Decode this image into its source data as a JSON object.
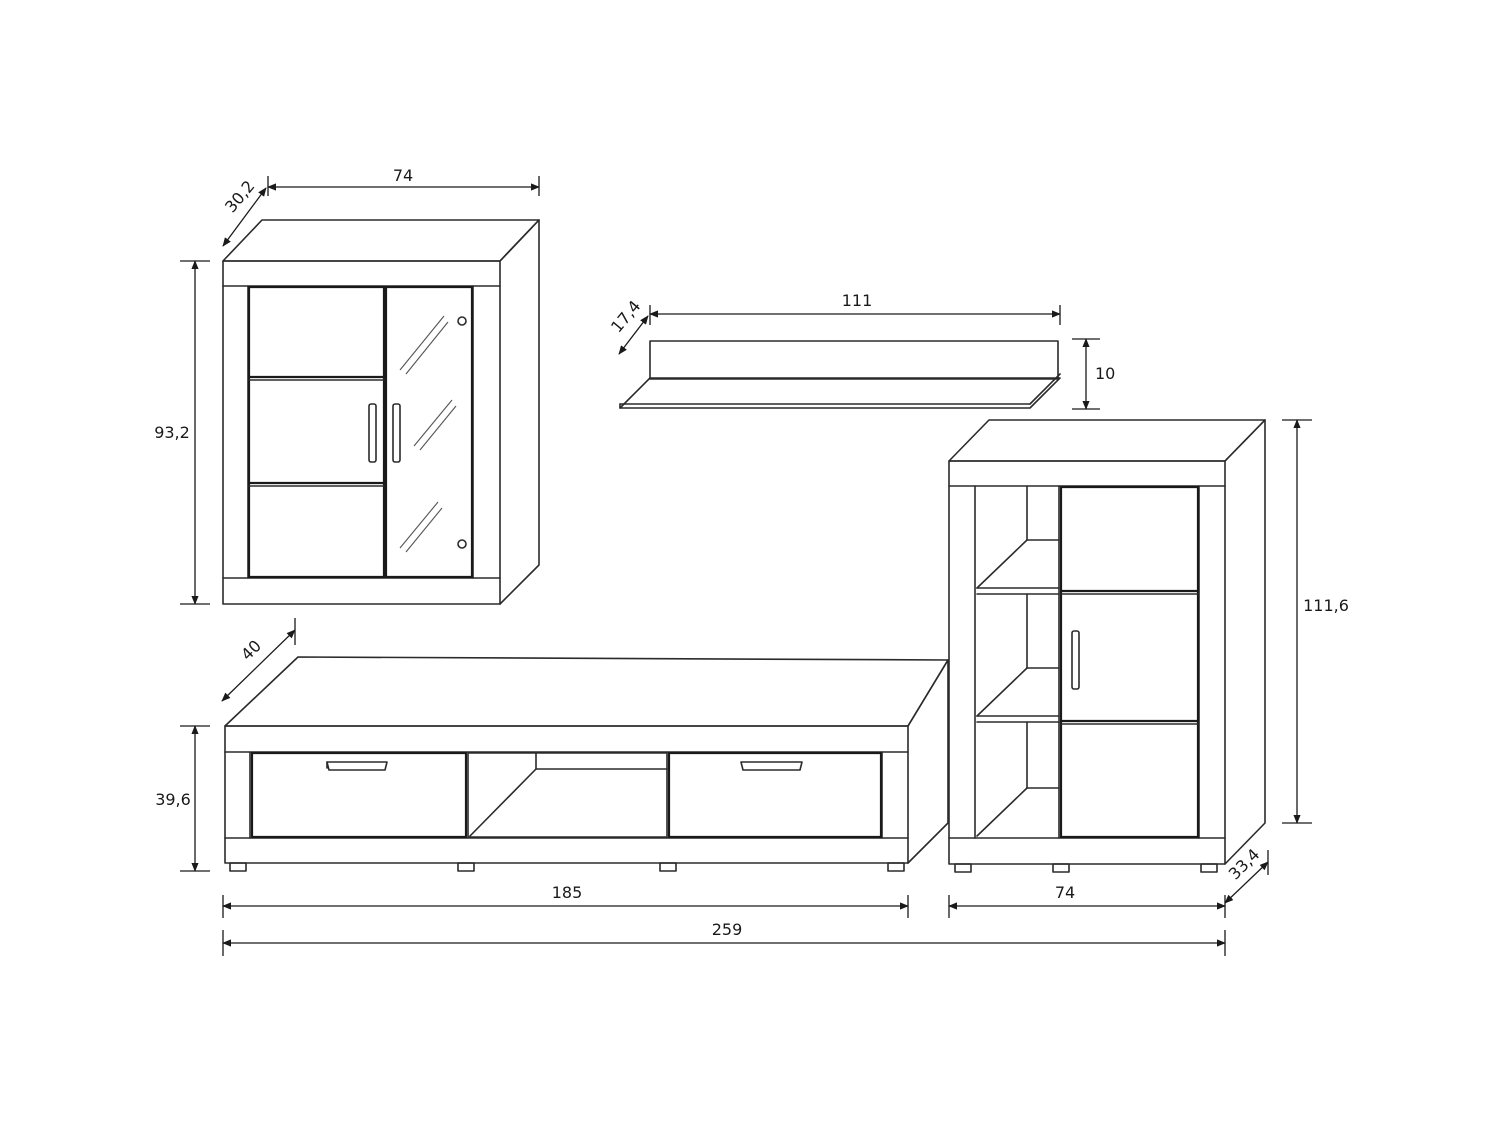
{
  "dimensions": {
    "wall_cabinet_width": "74",
    "wall_cabinet_depth": "30,2",
    "wall_cabinet_height": "93,2",
    "shelf_width": "111",
    "shelf_depth": "17,4",
    "shelf_height": "10",
    "tv_stand_depth": "40",
    "tv_stand_height": "39,6",
    "tv_stand_width": "185",
    "highboard_width": "74",
    "highboard_depth": "33,4",
    "highboard_height": "111,6",
    "total_width": "259"
  }
}
